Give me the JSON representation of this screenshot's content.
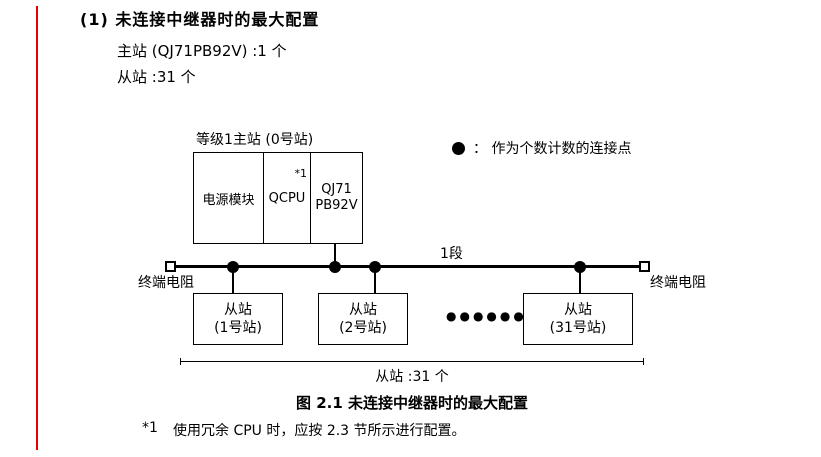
{
  "accent": {
    "red_bar_color": "#e60000"
  },
  "header": {
    "title": "(1) 未连接中继器时的最大配置",
    "line1": "主站 (QJ71PB92V) :1 个",
    "line2": "从站 :31 个"
  },
  "diagram": {
    "master_label": "等级1主站 (0号站)",
    "master_cells": {
      "power": "电源模块",
      "cpu": "QCPU",
      "cpu_note": "*1",
      "pb_line1": "QJ71",
      "pb_line2": "PB92V"
    },
    "legend": {
      "symbol_name": "connection-point-dot",
      "text": "：  作为个数计数的连接点"
    },
    "segment_label": "1段",
    "terminator_left": "终端电阻",
    "terminator_right": "终端电阻",
    "slaves": [
      {
        "line1": "从站",
        "line2": "(1号站)"
      },
      {
        "line1": "从站",
        "line2": "(2号站)"
      },
      {
        "line1": "从站",
        "line2": "(31号站)"
      }
    ],
    "ellipsis": "●●●●●●",
    "span_label": "从站 :31 个",
    "caption": "图 2.1  未连接中继器时的最大配置"
  },
  "footnote": {
    "marker": "*1",
    "text": "使用冗余 CPU 时，应按 2.3 节所示进行配置。"
  }
}
